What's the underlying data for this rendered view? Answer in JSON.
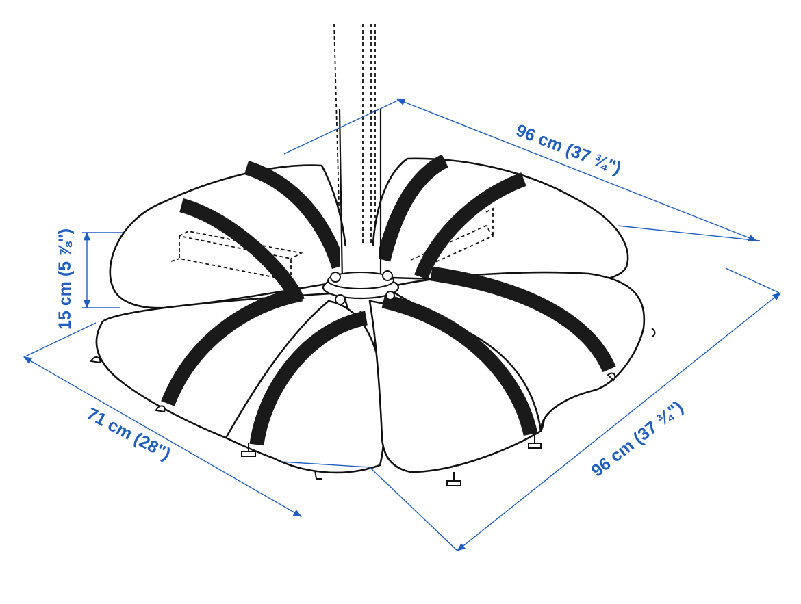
{
  "dimensions": {
    "top_width": "96 cm (37 ¾\")",
    "side_width": "96 cm (37 ¾\")",
    "front_depth": "71 cm (28\")",
    "height": "15 cm (5 ⅞\")"
  },
  "colors": {
    "dimension": "#1f5fbf",
    "outline": "#111111",
    "band": "#1a1a1a",
    "background": "#ffffff"
  }
}
